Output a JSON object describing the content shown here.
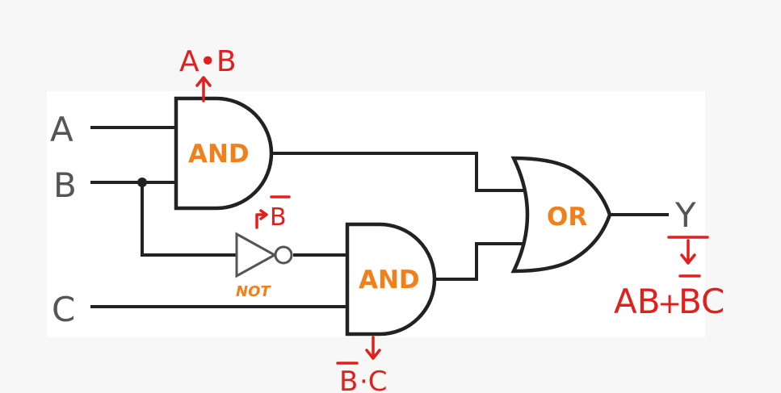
{
  "inputs": {
    "a": "A",
    "b": "B",
    "c": "C"
  },
  "output": {
    "label": "Y"
  },
  "gates": {
    "and_top": "AND",
    "and_bottom": "AND",
    "or_gate": "OR",
    "not_gate": "NOT"
  },
  "annotations": {
    "and_top_expr": "A•B",
    "not_output": "B",
    "and_bottom_expr_b": "B",
    "and_bottom_expr_c": "·C",
    "output_expr_ab": "AB",
    "output_expr_plus": "+",
    "output_expr_b": "B",
    "output_expr_c": "C"
  },
  "colors": {
    "wire": "#222222",
    "gate_label": "#f0801c",
    "annotation": "#e0201c",
    "input_label": "#555555"
  }
}
